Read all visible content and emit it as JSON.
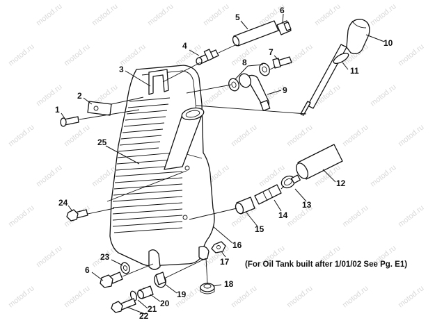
{
  "watermark": "motod.ru",
  "note": "(For Oil Tank built after 1/01/02 See Pg. E1)",
  "callouts": {
    "c1": "1",
    "c2": "2",
    "c3": "3",
    "c4": "4",
    "c5": "5",
    "c6a": "6",
    "c6b": "6",
    "c7": "7",
    "c8": "8",
    "c9": "9",
    "c10": "10",
    "c11": "11",
    "c12": "12",
    "c13": "13",
    "c14": "14",
    "c15": "15",
    "c16": "16",
    "c17": "17",
    "c18": "18",
    "c19": "19",
    "c20": "20",
    "c21": "21",
    "c22": "22",
    "c23": "23",
    "c24": "24",
    "c25": "25"
  }
}
